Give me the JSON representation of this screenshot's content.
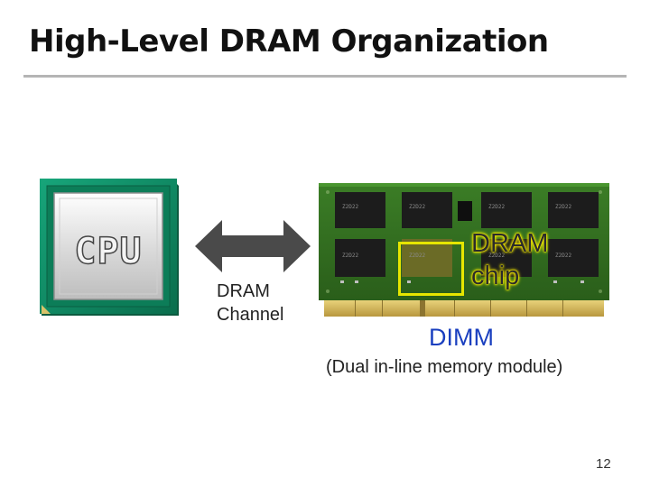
{
  "slide": {
    "title": "High-Level DRAM Organization",
    "page_number": "12"
  },
  "cpu": {
    "label": "CPU",
    "icon": "cpu-chip-icon"
  },
  "channel": {
    "line1": "DRAM",
    "line2": "Channel",
    "icon": "double-arrow-icon"
  },
  "dimm": {
    "label": "DIMM",
    "description": "(Dual in-line memory module)",
    "chip_line1": "DRAM",
    "chip_line2": "chip",
    "chip_markings": [
      "Z2D22",
      "Z2D22",
      "Z2D22",
      "Z2D22",
      "Z2D22",
      "Z2D22",
      "Z2D22",
      "Z2D22"
    ],
    "icon": "memory-module-icon"
  },
  "colors": {
    "cpu_green": "#0f8a62",
    "pcb_green": "#2f6b1f",
    "highlight_yellow": "#e6e600",
    "dimm_label_blue": "#1a3fbf"
  }
}
